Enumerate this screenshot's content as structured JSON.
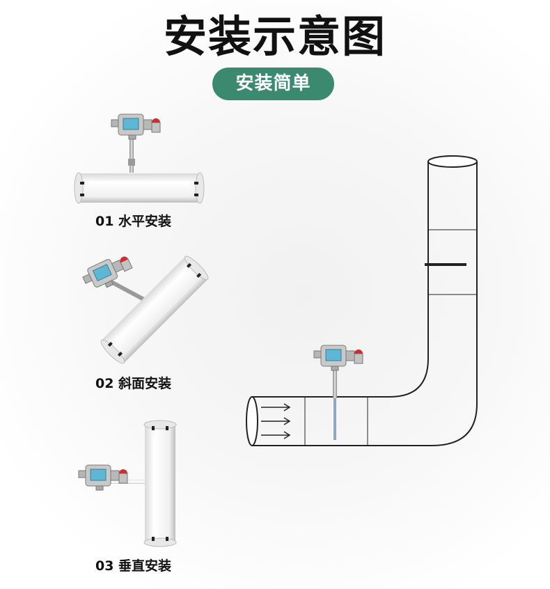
{
  "title": "安装示意图",
  "badge": "安装简单",
  "methods": [
    {
      "label": "01 水平安装"
    },
    {
      "label": "02 斜面安装"
    },
    {
      "label": "03 垂直安装"
    }
  ],
  "colors": {
    "badge": "#3b8a70",
    "title": "#111111"
  }
}
